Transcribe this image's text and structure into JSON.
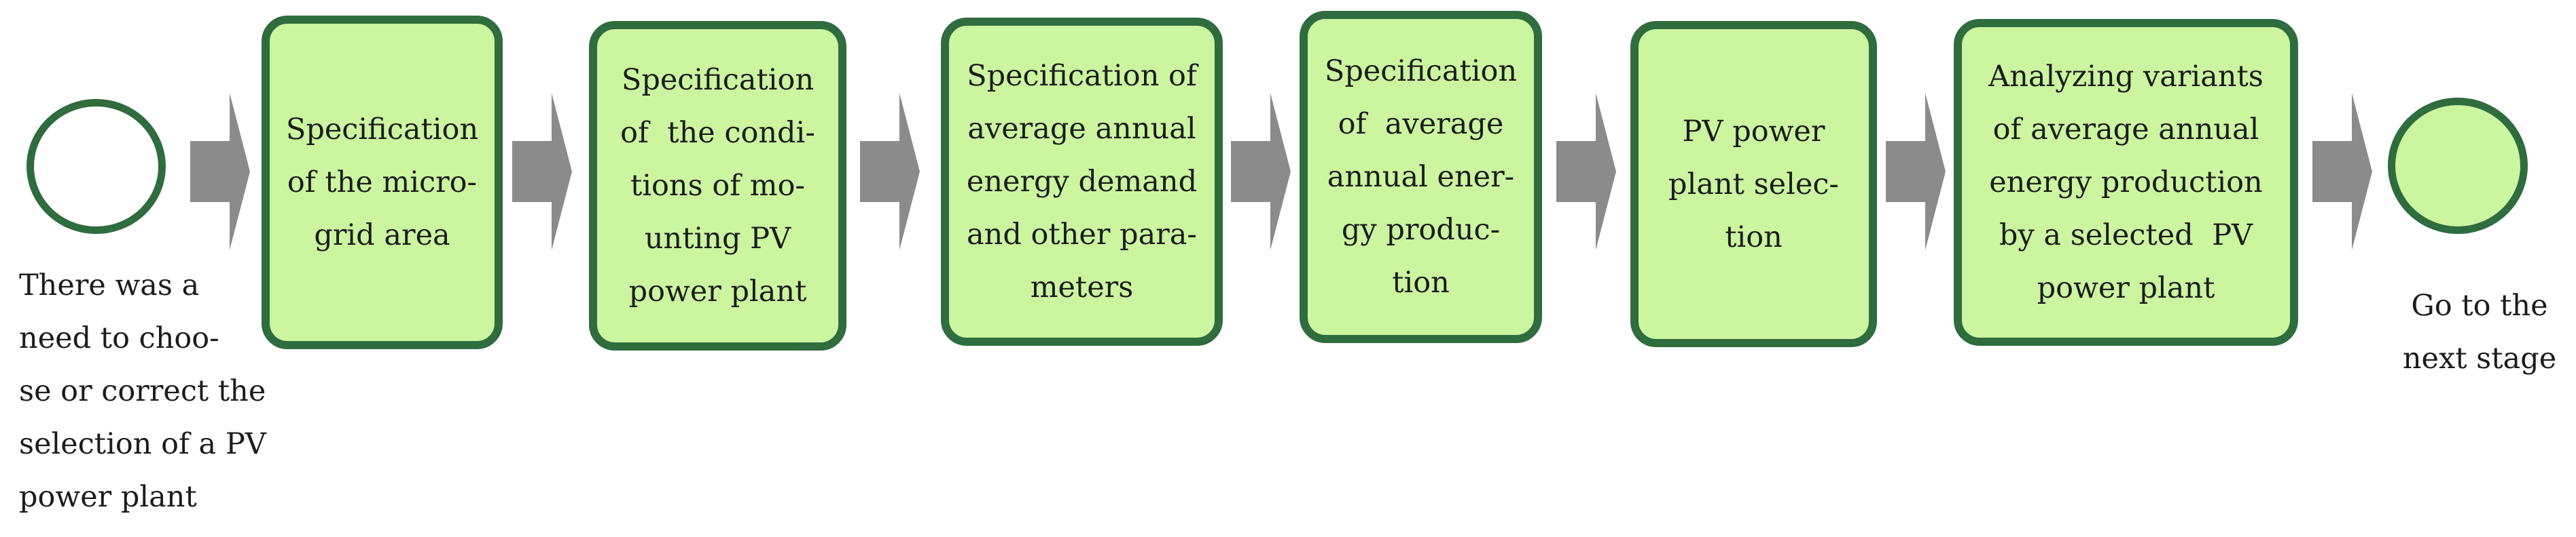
{
  "flow": {
    "start": {
      "shape": "circle",
      "caption_lines": [
        "There was a",
        "need to choo-",
        "se or correct the",
        "selection of a PV",
        "power plant"
      ]
    },
    "steps": [
      {
        "lines": [
          "Specification",
          "of the micro-",
          "grid area"
        ]
      },
      {
        "lines": [
          "Specification",
          "of  the condi-",
          "tions of mo-",
          "unting PV",
          "power plant"
        ]
      },
      {
        "lines": [
          "Specification of",
          "average annual",
          "energy demand",
          "and other para-",
          "meters"
        ]
      },
      {
        "lines": [
          "Specification",
          "of  average",
          "annual ener-",
          "gy produc-",
          "tion"
        ]
      },
      {
        "lines": [
          "PV power",
          "plant selec-",
          "tion"
        ]
      },
      {
        "lines": [
          "Analyzing variants",
          "of average annual",
          "energy production",
          "by a selected  PV",
          "power plant"
        ]
      }
    ],
    "end": {
      "shape": "circle",
      "caption_lines": [
        "Go to the",
        "next stage"
      ]
    }
  },
  "colors": {
    "box_fill": "#cbf59f",
    "box_border": "#2f6c3e",
    "arrow": "#8b8b8b",
    "text": "#1c1c1c",
    "start_fill": "#ffffff",
    "bg": "#ffffff"
  }
}
